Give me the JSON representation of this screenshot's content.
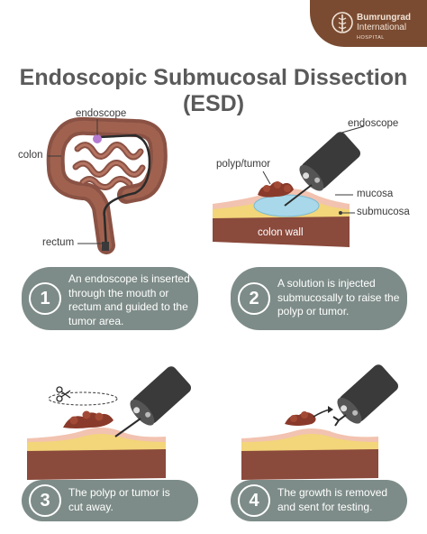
{
  "logo": {
    "name_line1": "Bumrungrad",
    "name_line2": "International",
    "name_line3": "HOSPITAL"
  },
  "title": "Endoscopic Submucosal Dissection (ESD)",
  "diagram_labels": {
    "endoscope_top": "endoscope",
    "colon": "colon",
    "rectum": "rectum",
    "endoscope_right": "endoscope",
    "polyp_tumor": "polyp/tumor",
    "mucosa": "mucosa",
    "submucosa": "submucosa",
    "colon_wall": "colon wall"
  },
  "steps": [
    {
      "number": "1",
      "text": "An endoscope is inserted through the mouth or rectum and guided to the tumor area."
    },
    {
      "number": "2",
      "text": "A solution is injected submucosally to raise the polyp or tumor."
    },
    {
      "number": "3",
      "text": "The polyp or tumor is cut away."
    },
    {
      "number": "4",
      "text": "The growth is removed and sent for testing."
    }
  ],
  "colors": {
    "brand": "#7a4b31",
    "pill": "#7d8c88",
    "tissue": "#8a4a3c",
    "submucosa": "#f3d57a",
    "mucosa": "#f2c3b0",
    "solution": "#a8d8ea"
  }
}
